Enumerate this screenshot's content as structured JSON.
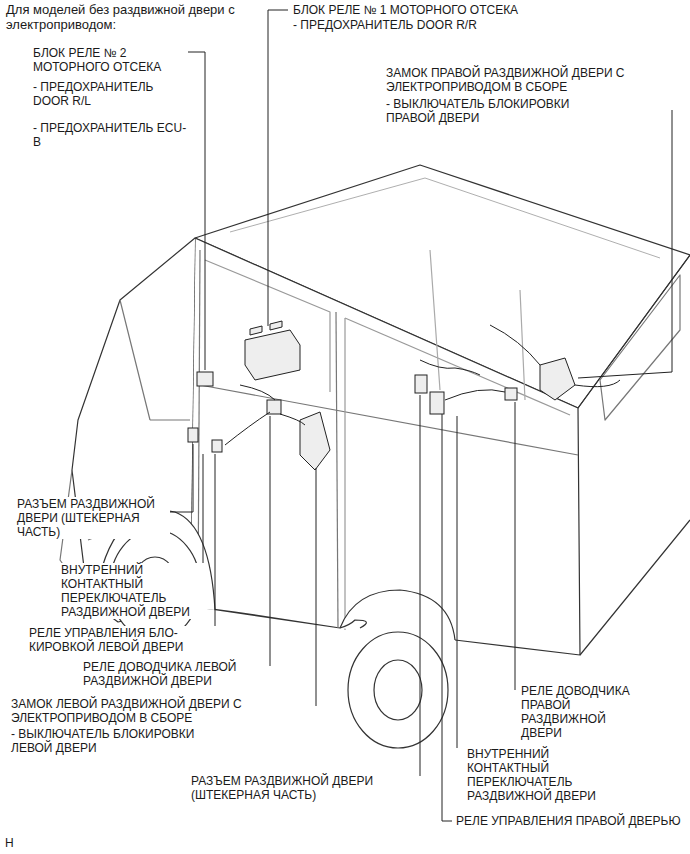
{
  "diagram": {
    "title": "Для моделей без раздвижной двери с электроприводом:",
    "labels": [
      "БЛОК РЕЛЕ № 2 МОТОРНОГО ОТСЕКА",
      "- ПРЕДОХРАНИТЕЛЬ DOOR R/L",
      "- ПРЕДОХРАНИТЕЛЬ ECU-B",
      "БЛОК РЕЛЕ № 1 МОТОРНОГО ОТСЕКА",
      "- ПРЕДОХРАНИТЕЛЬ DOOR R/R",
      "ЗАМОК ПРАВОЙ РАЗДВИЖНОЙ ДВЕРИ С ЭЛЕКТРОПРИВОДОМ В СБОРЕ",
      "- ВЫКЛЮЧАТЕЛЬ БЛОКИРОВКИ ПРАВОЙ ДВЕРИ",
      "РАЗЪЕМ РАЗДВИЖНОЙ ДВЕРИ (ШТЕКЕРНАЯ ЧАСТЬ)",
      "ВНУТРЕННИЙ КОНТАКТНЫЙ ПЕРЕКЛЮЧАТЕЛЬ РАЗДВИЖНОЙ ДВЕРИ",
      "РЕЛЕ УПРАВЛЕНИЯ БЛО- КИРОВКОЙ ЛЕВОЙ ДВЕРИ",
      "РЕЛЕ ДОВОДЧИКА ЛЕВОЙ РАЗДВИЖНОЙ ДВЕРИ",
      "ЗАМОК ЛЕВОЙ РАЗДВИЖНОЙ ДВЕРИ С ЭЛЕКТРОПРИВОДОМ В СБОРЕ",
      "- ВЫКЛЮЧАТЕЛЬ БЛОКИРОВКИ ЛЕВОЙ ДВЕРИ",
      "РАЗЪЕМ РАЗДВИЖНОЙ ДВЕРИ (ШТЕКЕРНАЯ ЧАСТЬ)",
      "ВНУТРЕННИЙ КОНТАКТНЫЙ ПЕРЕКЛЮЧАТЕЛЬ РАЗДВИЖНОЙ ДВЕРИ",
      "РЕЛЕ УПРАВЛЕНИЯ ПРАВОЙ ДВЕРЬЮ",
      "РЕЛЕ ДОВОДЧИКА ПРАВОЙ РАЗДВИЖНОЙ ДВЕРИ",
      "H"
    ]
  }
}
